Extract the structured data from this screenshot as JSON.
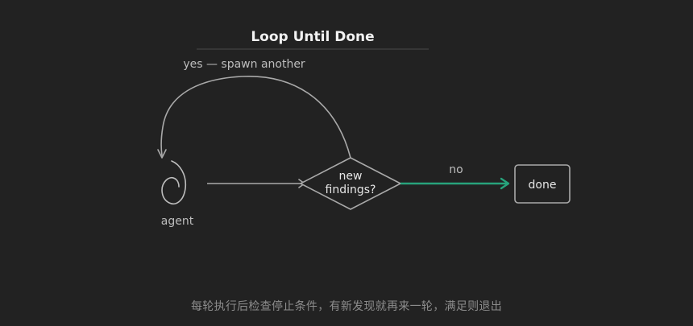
{
  "title": "Loop Until Done",
  "colors": {
    "background": "#222222",
    "line": "#a9a9a9",
    "accent": "#27a37c"
  },
  "nodes": {
    "agent": {
      "label": "agent"
    },
    "decision": {
      "line1": "new",
      "line2": "findings?"
    },
    "done": {
      "label": "done"
    }
  },
  "edges": {
    "loop_back": {
      "label": "yes — spawn another"
    },
    "to_done": {
      "label": "no"
    }
  },
  "caption": "每轮执行后检查停止条件，有新发现就再来一轮，满足则退出"
}
